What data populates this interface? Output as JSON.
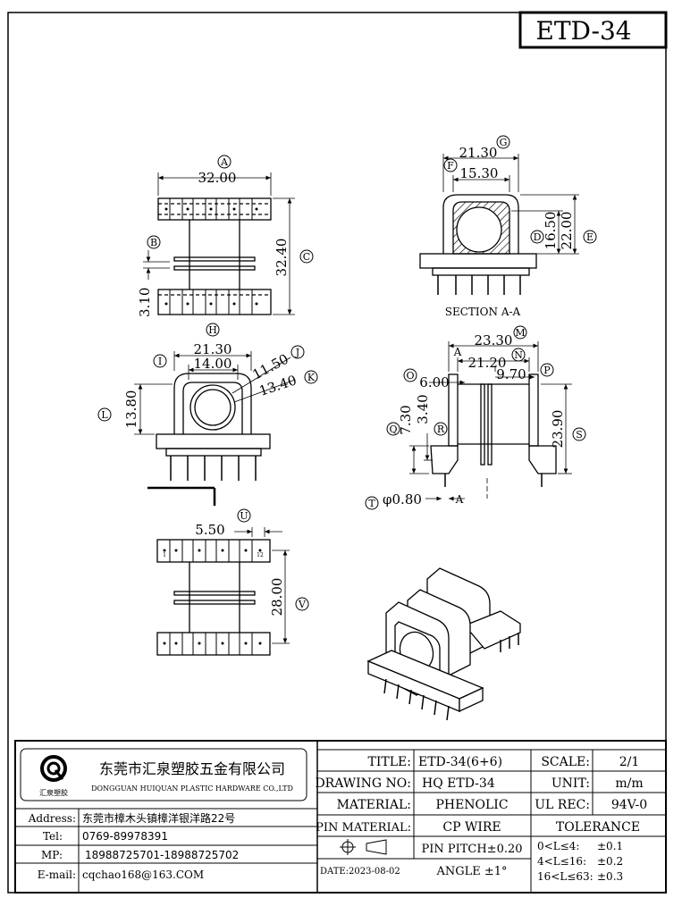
{
  "title_box": "ETD-34",
  "top_view": {
    "A": "A",
    "w": "32.00",
    "B": "B",
    "gap": "3.10",
    "C": "C",
    "h": "32.40"
  },
  "section": {
    "G": "G",
    "w1": "21.30",
    "F": "F",
    "w2": "15.30",
    "D": "D",
    "h1": "16.50",
    "E": "E",
    "h2": "22.00",
    "caption": "SECTION A-A"
  },
  "front": {
    "H": "H",
    "I": "I",
    "w1": "21.30",
    "w2": "14.00",
    "J": "J",
    "d1": "11.50",
    "K": "K",
    "d2": "13.40",
    "L": "L",
    "h": "13.80"
  },
  "side": {
    "M": "M",
    "w1": "23.30",
    "A1": "A",
    "N": "N",
    "w2": "21.20",
    "P": "P",
    "w3": "9.70",
    "O": "O",
    "w4": "6.00",
    "Q": "Q",
    "h1": "7.30",
    "h2": "3.40",
    "R": "R",
    "S": "S",
    "h3": "23.90",
    "T": "T",
    "pin": "φ0.80",
    "A2": "A"
  },
  "bottom": {
    "U": "U",
    "w": "5.50",
    "V": "V",
    "h": "28.00",
    "pin1": "1",
    "pin12": "12"
  },
  "company": {
    "name_cn": "东莞市汇泉塑胶五金有限公司",
    "name_en": "DONGGUAN HUIQUAN PLASTIC HARDWARE CO.,LTD",
    "logo_text": "汇泉塑胶",
    "address_label": "Address:",
    "address": "东莞市樟木头镇樟洋银洋路22号",
    "tel_label": "Tel:",
    "tel": "0769-89978391",
    "mp_label": "MP:",
    "mp": "18988725701-18988725702",
    "email_label": "E-mail:",
    "email": "cqchao168@163.COM"
  },
  "spec": {
    "title_label": "TITLE:",
    "title": "ETD-34(6+6)",
    "drawing_label": "DRAWING NO:",
    "drawing": "HQ  ETD-34",
    "material_label": "MATERIAL:",
    "material": "PHENOLIC",
    "pin_material_label": "PIN MATERIAL:",
    "pin_material": "CP WIRE",
    "pin_pitch": "PIN PITCH±0.20",
    "date": "DATE:2023-08-02",
    "angle": "ANGLE   ±1°",
    "scale_label": "SCALE:",
    "scale": "2/1",
    "unit_label": "UNIT:",
    "unit": "m/m",
    "ul_label": "UL REC:",
    "ul": "94V-0",
    "tolerance_label": "TOLERANCE",
    "tol1_range": "0<L≤4:",
    "tol1": "±0.1",
    "tol2_range": "4<L≤16:",
    "tol2": "±0.2",
    "tol3_range": "16<L≤63:",
    "tol3": "±0.3"
  }
}
